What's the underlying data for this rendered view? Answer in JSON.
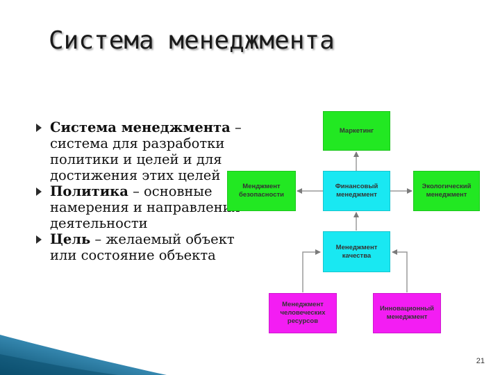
{
  "title": "Система менеджмента",
  "bullets": [
    {
      "term": "Система менеджмента",
      "text": " – система для разработки политики и целей и для достижения этих целей"
    },
    {
      "term": "Политика",
      "text": " – основные намерения и направления деятельности"
    },
    {
      "term": "Цель",
      "text": " – желаемый объект или состояние объекта"
    }
  ],
  "diagram": {
    "marketing": "Маркетинг",
    "security": "Менджмент безопасности",
    "financial": "Финансовый менеджмент",
    "ecological": "Экологический менеджмент",
    "quality": "Менеджмент качества",
    "hr": "Менеджмент человеческих ресурсов",
    "innovation": "Инновационный менеджмент"
  },
  "colors": {
    "green": "#22e822",
    "cyan": "#19e8f2",
    "magenta": "#f31df3",
    "corner_dark": "#0b4f6e",
    "corner_light": "#5fb6d8"
  },
  "page_number": "21"
}
